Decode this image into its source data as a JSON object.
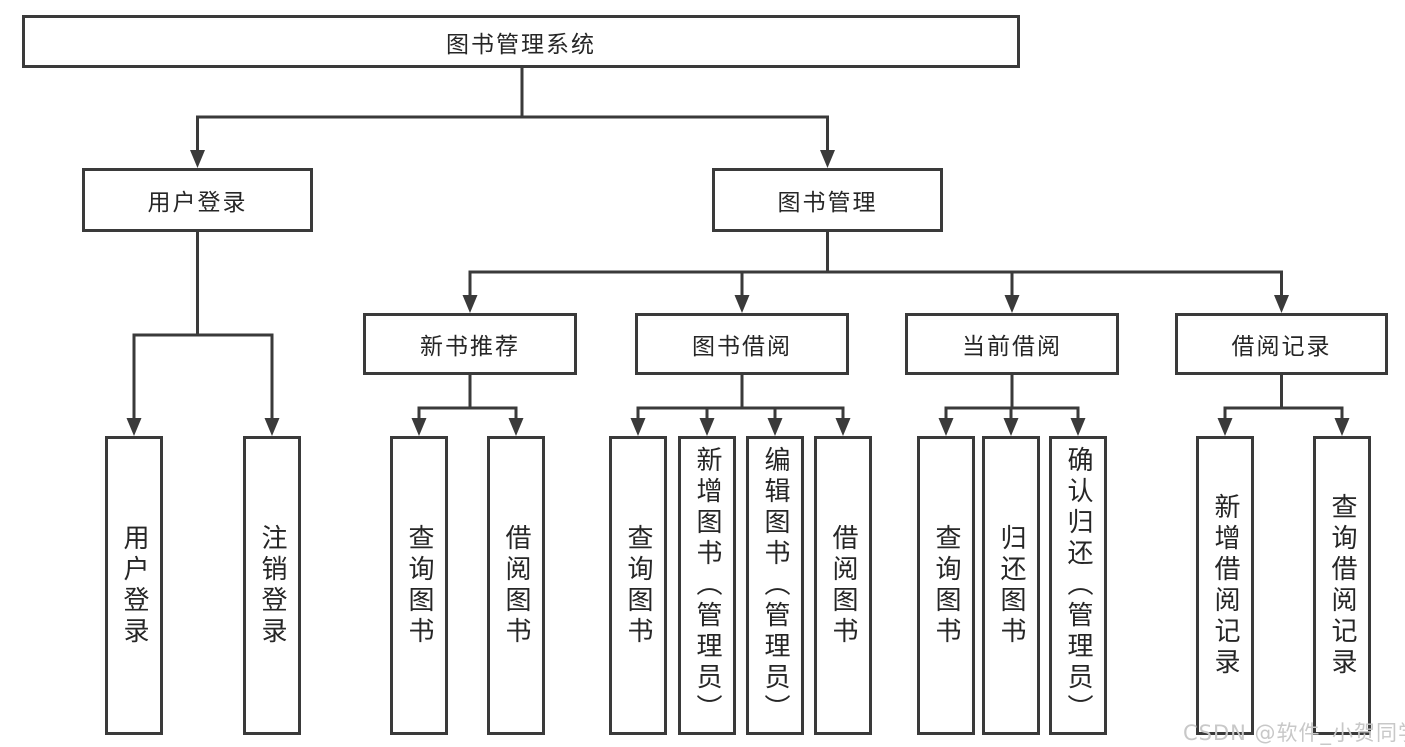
{
  "diagram": {
    "root": {
      "label": "图书管理系统"
    },
    "level2": [
      {
        "label": "用户登录"
      },
      {
        "label": "图书管理",
        "parent": "图书管理系统"
      }
    ],
    "level3": [
      {
        "label": "新书推荐",
        "parent": "图书管理"
      },
      {
        "label": "图书借阅",
        "parent": "图书管理"
      },
      {
        "label": "当前借阅",
        "parent": "图书管理"
      },
      {
        "label": "借阅记录",
        "parent": "图书管理"
      }
    ],
    "leaves": [
      {
        "label": "用户登录",
        "parent": "用户登录"
      },
      {
        "label": "注销登录",
        "parent": "用户登录"
      },
      {
        "label": "查询图书",
        "parent": "新书推荐"
      },
      {
        "label": "借阅图书",
        "parent": "新书推荐"
      },
      {
        "label": "查询图书",
        "parent": "图书借阅"
      },
      {
        "label": "新增图书（管理员）",
        "parent": "图书借阅"
      },
      {
        "label": "编辑图书（管理员）",
        "parent": "图书借阅"
      },
      {
        "label": "借阅图书",
        "parent": "图书借阅"
      },
      {
        "label": "查询图书",
        "parent": "当前借阅"
      },
      {
        "label": "归还图书",
        "parent": "当前借阅"
      },
      {
        "label": "确认归还（管理员）",
        "parent": "当前借阅"
      },
      {
        "label": "新增借阅记录",
        "parent": "借阅记录"
      },
      {
        "label": "查询借阅记录",
        "parent": "借阅记录"
      }
    ]
  },
  "watermark": "CSDN @软件_小贺同学",
  "colors": {
    "line": "#3a3a3a",
    "text": "#262626",
    "box_background": "#ffffff",
    "watermark": "#c8c8c8"
  }
}
